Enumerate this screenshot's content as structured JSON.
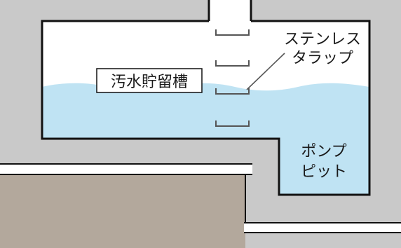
{
  "diagram": {
    "tank_label": "汚水貯留槽",
    "trap_label": [
      "ステンレス",
      "タラップ"
    ],
    "pit_label": [
      "ポンプ",
      "ピット"
    ]
  },
  "colors": {
    "concrete": "#c9c9c9",
    "water": "#bfe3f3",
    "ground": "#b3a89c",
    "outline": "#111111",
    "trap_rung": "#555555",
    "white": "#ffffff"
  }
}
